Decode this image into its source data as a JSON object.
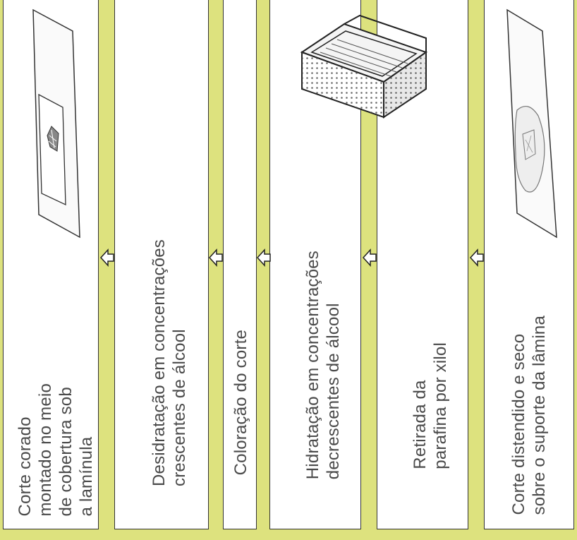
{
  "steps": [
    {
      "id": "mounted",
      "label": "Corte corado\nmontado no meio\nde cobertura sob\na lamínula"
    },
    {
      "id": "dehydration",
      "label": "Desidratação em concentrações\ncrescentes de álcool"
    },
    {
      "id": "staining",
      "label": "Coloração do corte"
    },
    {
      "id": "hydration",
      "label": "Hidratação em concentrações\ndecrescentes de álcool"
    },
    {
      "id": "paraffin",
      "label": "Retirada da\nparafina por xilol"
    },
    {
      "id": "section",
      "label": "Corte distendido e seco\nsobre o suporte da lâmina"
    }
  ],
  "icons": {
    "slide_with_coverslip": "slide-with-coverslip-icon",
    "staining_rack": "staining-rack-icon",
    "slide": "slide-icon",
    "flow_arrow": "arrow-left-icon"
  },
  "colors": {
    "background": "#dde27e",
    "panel": "#ffffff",
    "outline": "#333333",
    "text": "#4a4a4a"
  }
}
